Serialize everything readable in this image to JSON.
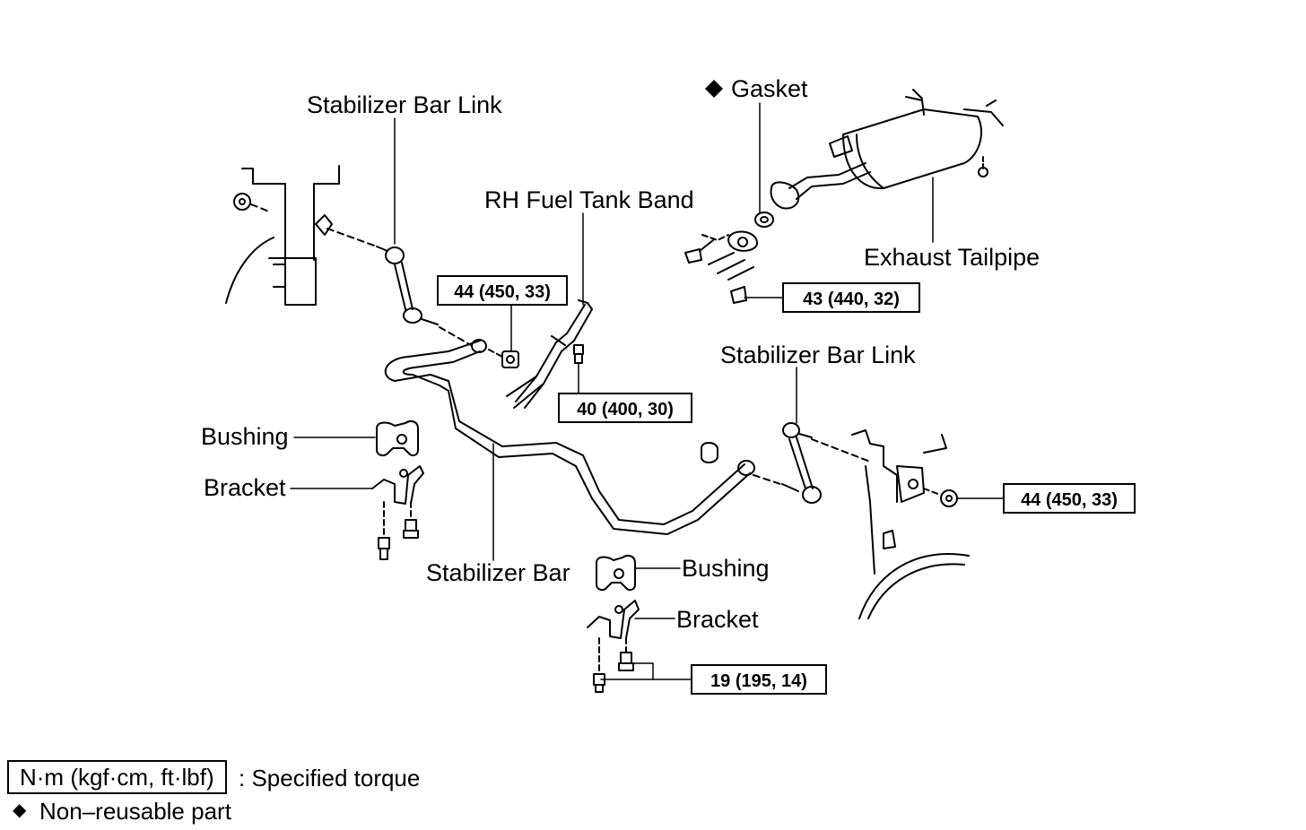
{
  "labels": {
    "stab_link_left": "Stabilizer Bar Link",
    "rh_fuel_tank_band": "RH Fuel Tank Band",
    "gasket": "Gasket",
    "exhaust_tailpipe": "Exhaust Tailpipe",
    "stab_link_right": "Stabilizer Bar Link",
    "bushing_left": "Bushing",
    "bracket_left": "Bracket",
    "stabilizer_bar": "Stabilizer Bar",
    "bushing_right": "Bushing",
    "bracket_right": "Bracket"
  },
  "torque": {
    "link_left_nut": "44 (450, 33)",
    "tailpipe_bolt": "43 (440, 32)",
    "fuel_band_bolt": "40 (400, 30)",
    "link_right_nut": "44 (450, 33)",
    "bracket_bolts": "19 (195, 14)"
  },
  "legend": {
    "torque_units": "N·m (kgf·cm, ft·lbf)",
    "torque_desc": ": Specified torque",
    "nonreusable_symbol": "◆",
    "nonreusable_desc": "Non–reusable part"
  }
}
